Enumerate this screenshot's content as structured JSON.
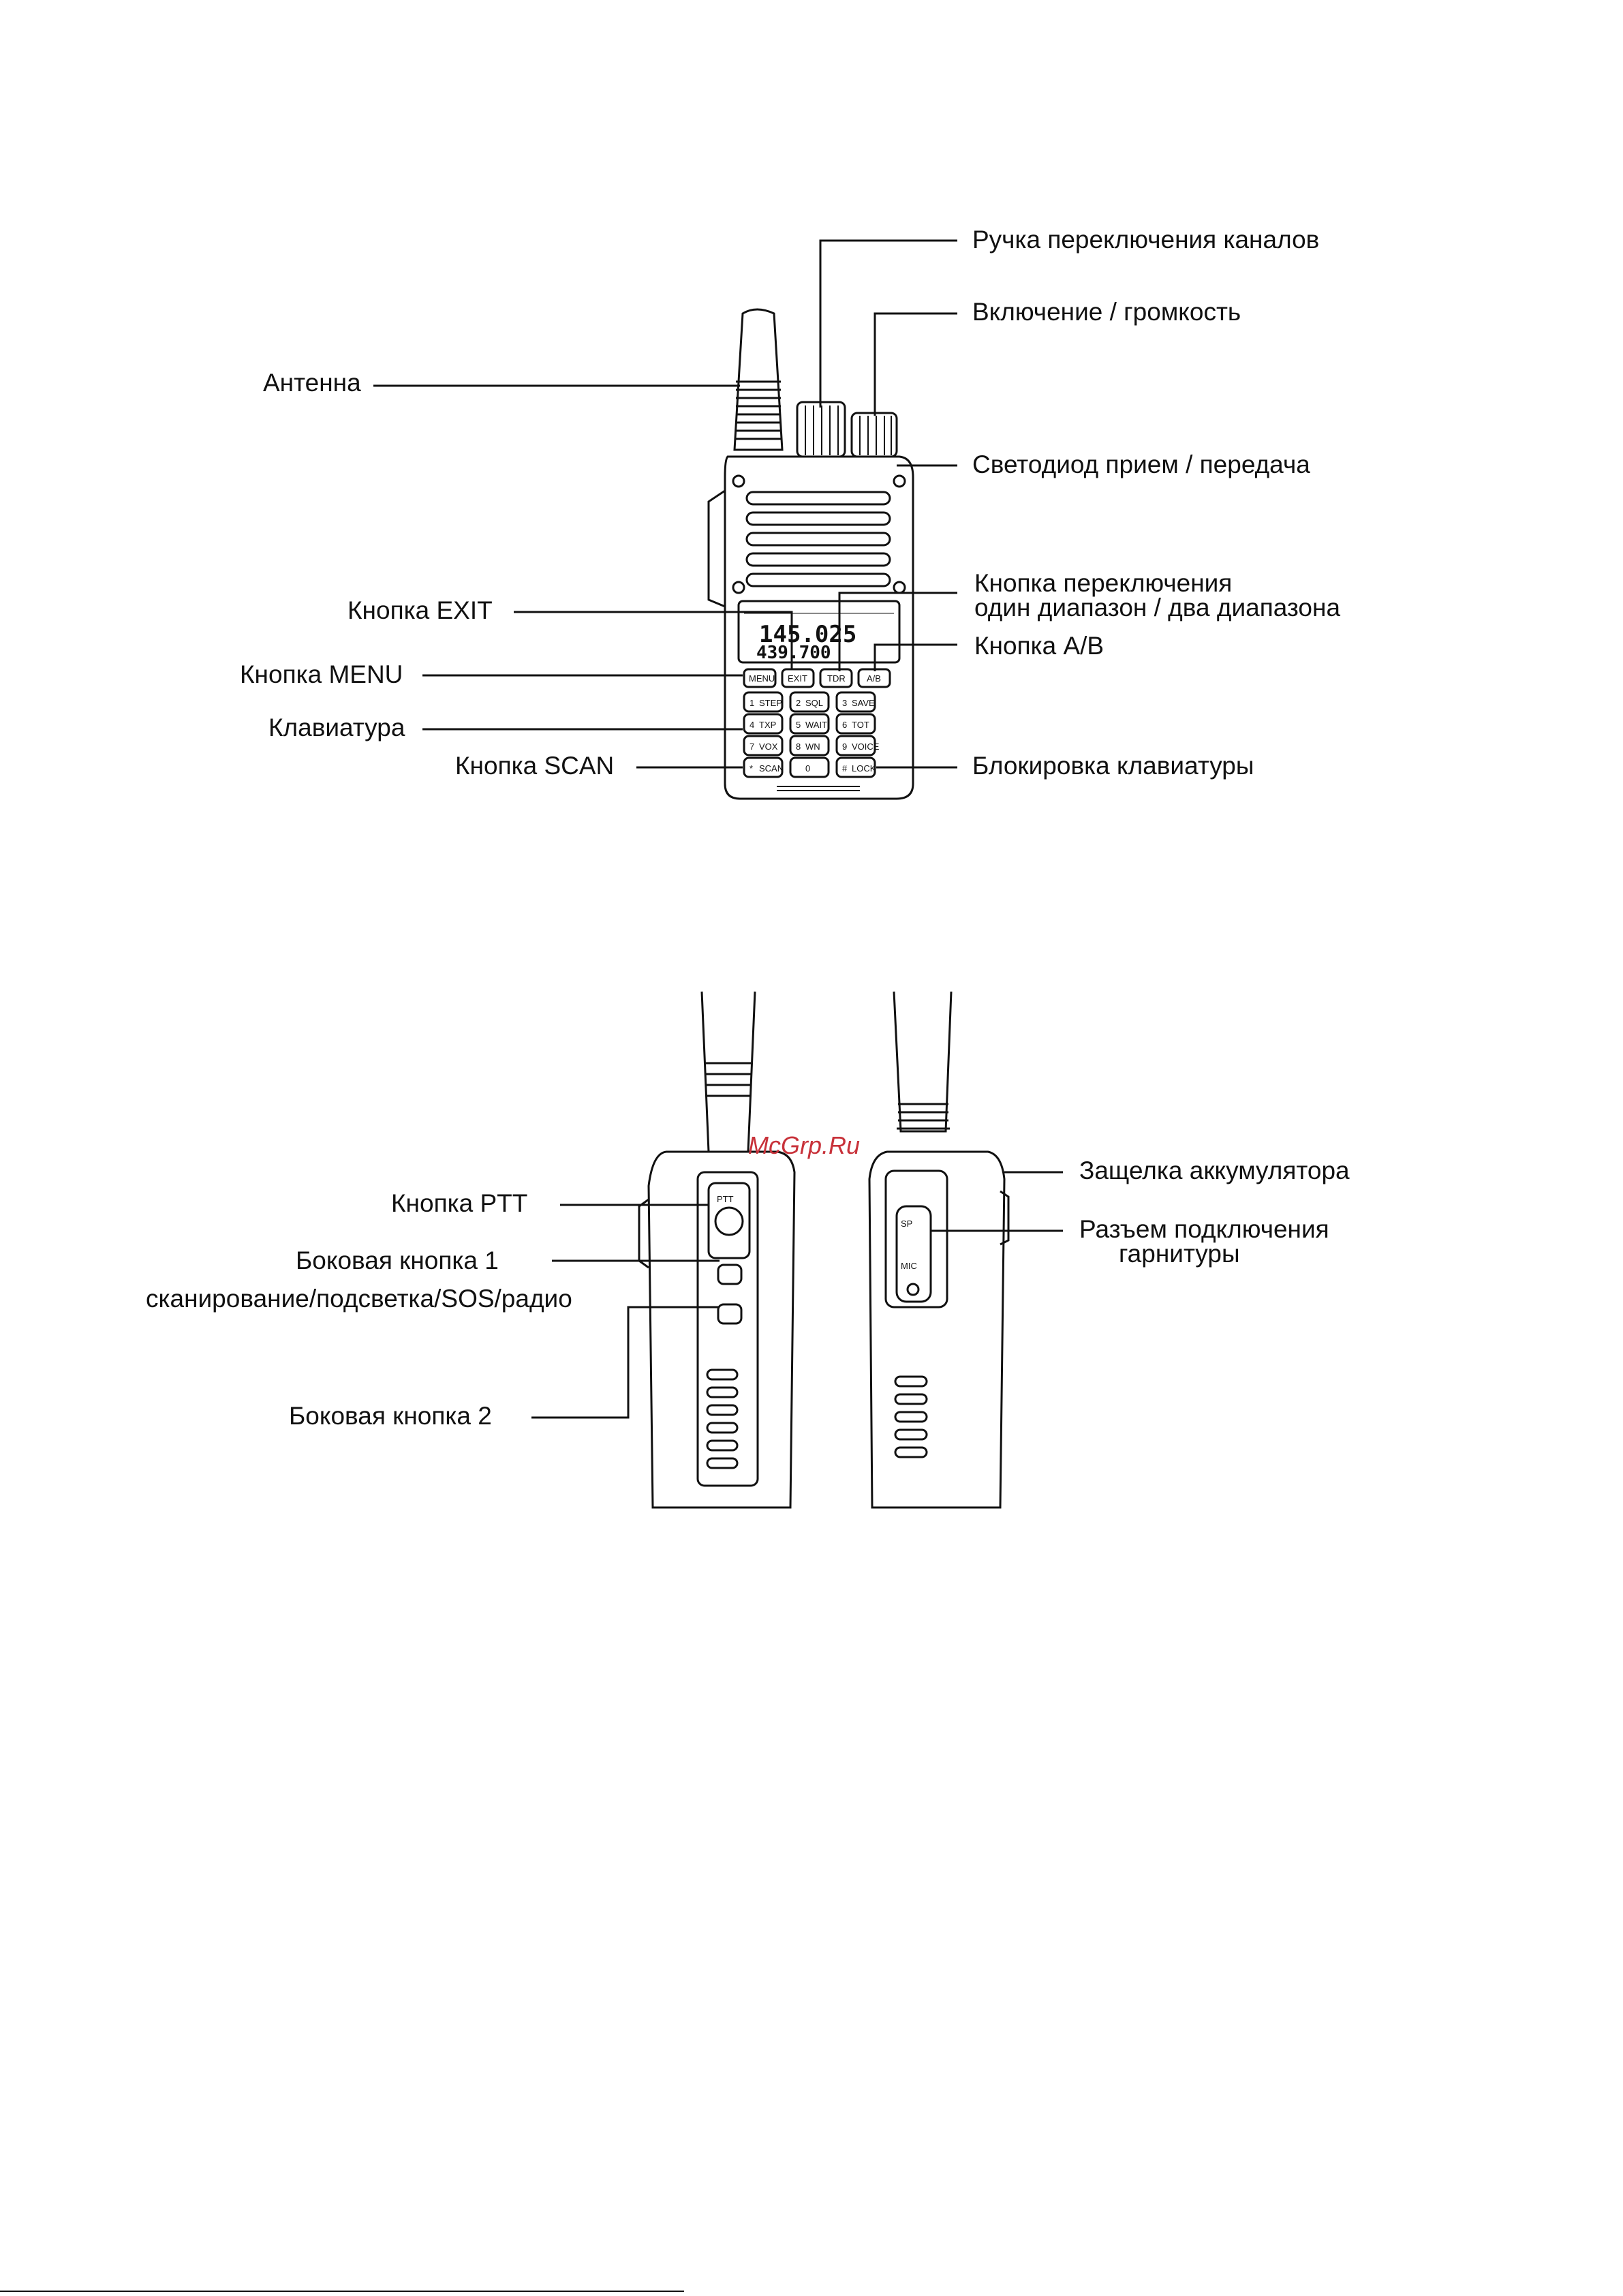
{
  "watermark": "McGrp.Ru",
  "front_view": {
    "labels": {
      "channel_knob": "Ручка переключения каналов",
      "power_volume": "Включение / громкость",
      "antenna": "Антенна",
      "led": "Светодиод прием / передача",
      "exit_button": "Кнопка EXIT",
      "dual_band_line1": "Кнопка переключения",
      "dual_band_line2": "один диапазон / два диапазона",
      "ab_button": "Кнопка A/B",
      "menu_button": "Кнопка MENU",
      "keypad": "Клавиатура",
      "scan_button": "Кнопка SCAN",
      "keypad_lock": "Блокировка клавиатуры"
    },
    "display": {
      "line1": "145.025",
      "line2": "439.700"
    },
    "keys": {
      "menu": "MENU",
      "exit": "EXIT",
      "tdr": "TDR",
      "ab": "A/B",
      "k1": "1",
      "k1s": "STEP",
      "k2": "2",
      "k2s": "SQL",
      "k3": "3",
      "k3s": "SAVE",
      "k4": "4",
      "k4s": "TXP",
      "k5": "5",
      "k5s": "WAIT",
      "k6": "6",
      "k6s": "TOT",
      "k7": "7",
      "k7s": "VOX",
      "k8": "8",
      "k8s": "WN",
      "k9": "9",
      "k9s": "VOICE",
      "k10": "*",
      "k10s": "SCAN",
      "k11": "0",
      "k12": "#",
      "k12s": "LOCK"
    }
  },
  "side_view": {
    "labels": {
      "ptt_button": "Кнопка PTT",
      "side_button_1": "Боковая кнопка 1",
      "side_button_1_functions": "сканирование/подсветка/SOS/радио",
      "side_button_2": "Боковая кнопка 2",
      "battery_latch": "Защелка аккумулятора",
      "headset_jack_line1": "Разъем подключения",
      "headset_jack_line2": "гарнитуры"
    },
    "ptt_text": "PTT",
    "jack_sp": "SP",
    "jack_mic": "MIC"
  }
}
